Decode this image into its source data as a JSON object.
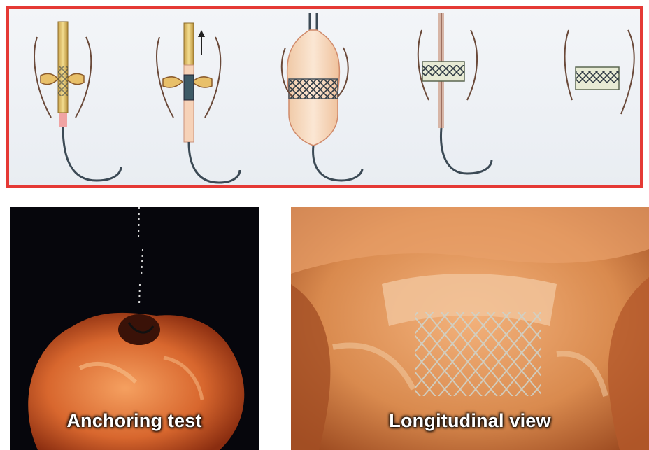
{
  "figure": {
    "top_panel": {
      "steps": [
        {
          "name": "collapsed-valve-on-catheter"
        },
        {
          "name": "sheath-retraction"
        },
        {
          "name": "balloon-inflation"
        },
        {
          "name": "balloon-deflation"
        },
        {
          "name": "deployed-valve-stent"
        }
      ],
      "frame_color": "#e53935"
    },
    "left_photo": {
      "caption": "Anchoring test"
    },
    "right_photo": {
      "caption": "Longitudinal view"
    }
  }
}
